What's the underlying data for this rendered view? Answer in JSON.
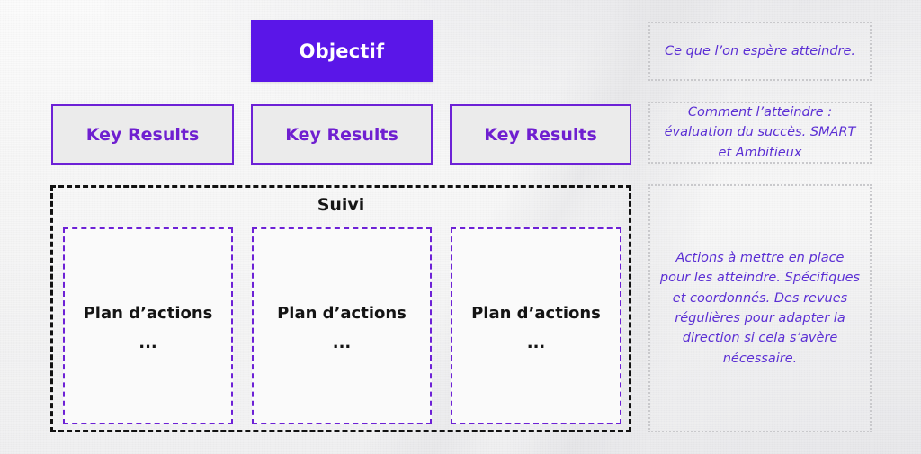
{
  "colors": {
    "objective_fill": "#5a16e8",
    "objective_text": "#ffffff",
    "key_result_border": "#6d21d6",
    "key_result_fill": "#ebebeb",
    "key_result_text": "#6f1fd0",
    "tracking_border": "#111111",
    "plan_border": "#6d21d6",
    "plan_fill": "#fafafa",
    "plan_text": "#141414",
    "note_border": "#c9c9cc",
    "note_text": "#5b2fd4",
    "background": "#f4f4f4"
  },
  "objective": {
    "label": "Objectif"
  },
  "key_results": [
    {
      "label": "Key Results"
    },
    {
      "label": "Key Results"
    },
    {
      "label": "Key Results"
    }
  ],
  "tracking": {
    "title": "Suivi",
    "plans": [
      {
        "title": "Plan d’actions",
        "dots": "..."
      },
      {
        "title": "Plan d’actions",
        "dots": "..."
      },
      {
        "title": "Plan d’actions",
        "dots": "..."
      }
    ]
  },
  "notes": [
    {
      "text": "Ce que l’on espère atteindre."
    },
    {
      "text": "Comment l’atteindre : évaluation du succès. SMART et  Ambitieux"
    },
    {
      "text": "Actions à mettre en place pour les atteindre. Spécifiques et coordonnés. Des revues régulières pour adapter la direction si cela s’avère nécessaire."
    }
  ]
}
